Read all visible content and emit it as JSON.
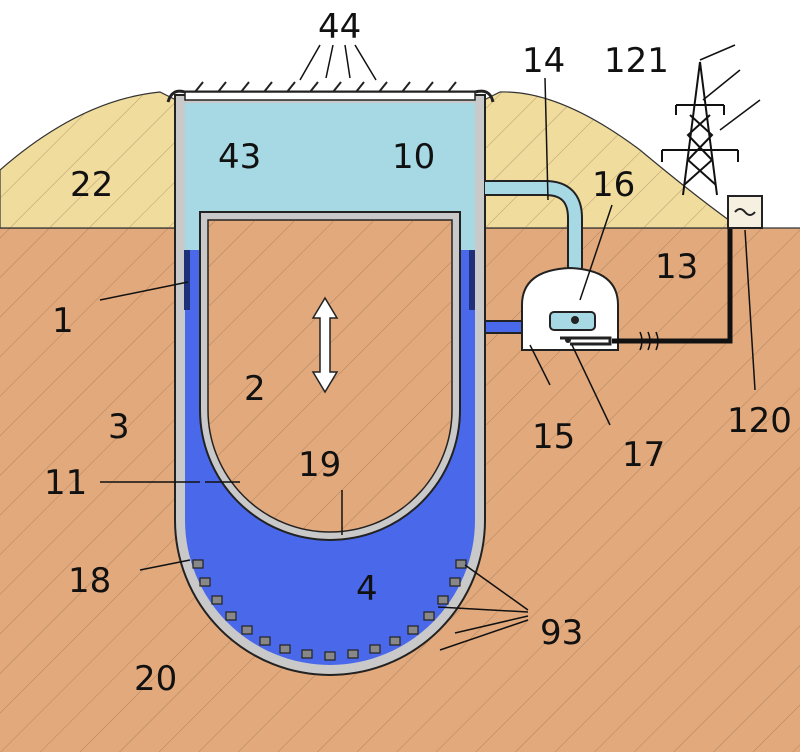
{
  "title": "Underground gravity energy storage shaft diagram",
  "colors": {
    "ground": "#e2a97c",
    "hill": "#f0dc9c",
    "upper_fluid": "#a6d9e4",
    "lower_fluid": "#4a68ea",
    "wall": "#c9c9c9",
    "outline": "#222222"
  },
  "labels": {
    "l44": "44",
    "l14": "14",
    "l121": "121",
    "l43": "43",
    "l10": "10",
    "l16": "16",
    "l22": "22",
    "l13": "13",
    "l1": "1",
    "l2": "2",
    "l3": "3",
    "l15": "15",
    "l17": "17",
    "l120": "120",
    "l11": "11",
    "l19": "19",
    "l18": "18",
    "l4": "4",
    "l93": "93",
    "l20": "20"
  }
}
